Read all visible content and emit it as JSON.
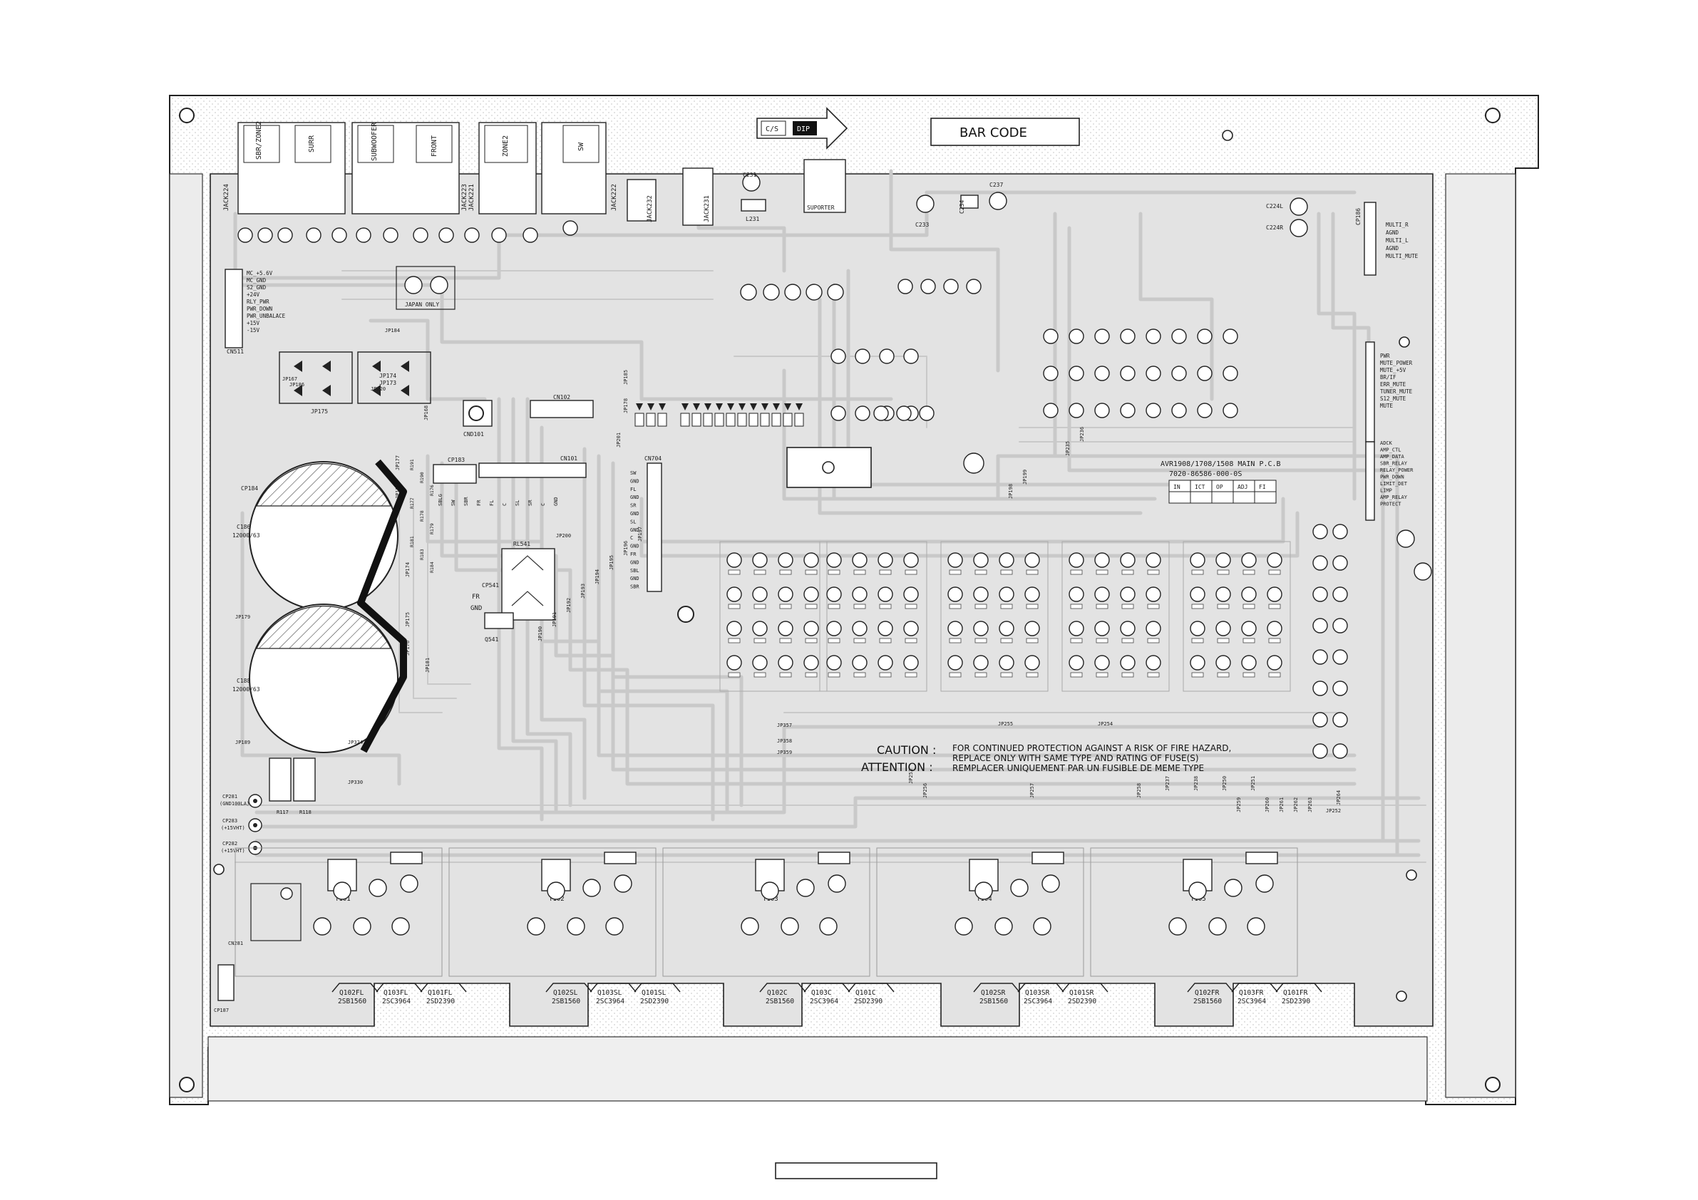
{
  "board": {
    "model_label": "AVR1908/1708/1508 MAIN P.C.B",
    "part_number": "7020-86586-000-0S",
    "bar_code_label": "BAR CODE",
    "arrow_labels": [
      "C/S",
      "DIP"
    ],
    "check_table_headers": [
      "IN",
      "ICT",
      "OP",
      "ADJ",
      "FI"
    ],
    "bottom_blank_box": ""
  },
  "caution": {
    "caution_heading": "CAUTION :",
    "caution_text_1": "FOR CONTINUED PROTECTION AGAINST A RISK OF FIRE HAZARD,",
    "caution_text_2": "REPLACE ONLY WITH SAME TYPE AND RATING OF FUSE(S)",
    "attention_heading": "ATTENTION :",
    "attention_text": "REMPLACER UNIQUEMENT PAR UN FUSIBLE DE MEME TYPE"
  },
  "jacks": [
    {
      "ref": "JACK224",
      "labels": [
        "SBR/ZONE2",
        "SURR"
      ]
    },
    {
      "ref": "JACK223",
      "labels": [
        "SUBWOOFER",
        "FRONT"
      ]
    },
    {
      "ref": "JACK221",
      "labels": [
        "ZONE2"
      ]
    },
    {
      "ref": "JACK222",
      "labels": [
        "SW"
      ]
    }
  ],
  "top_parts": {
    "jack231": "JACK231",
    "jack232": "JACK232",
    "supporter": "SUPORTER",
    "cn102": "CN102",
    "cn101": "CN101",
    "cn704": "CN704",
    "cnd101": "CND101",
    "japan_only": "JAPAN ONLY",
    "cn511": "CN511",
    "cp183": "CP183",
    "cp184": "CP184",
    "c231": "C231",
    "l231": "L231",
    "c233": "C233",
    "c234": "C234",
    "c237": "C237",
    "c224l": "C224L",
    "c224r": "C224R",
    "cp186": "CP186"
  },
  "power_labels": [
    "MC_+5.6V",
    "MC_GND",
    "S2_GND",
    "+24V",
    "RLY_PWR",
    "PWR_DOWN",
    "PWR_UNBALACE",
    "+15V",
    "-15V"
  ],
  "right_connector_labels": [
    "PWR",
    "MUTE_POWER",
    "MUTE_+5V",
    "BR/IF",
    "ERR_MUTE",
    "TUNER_MUTE",
    "S12_MUTE",
    "MUTE"
  ],
  "right_lower_labels": [
    "ADCK",
    "AMP_CTL",
    "AMP_DATA",
    "SBR_RELAY",
    "RELAY_POWER",
    "PWR_DOWN",
    "LIMIT_DET",
    "LIMP",
    "AMP_RELAY",
    "PROTECT"
  ],
  "multi_labels": [
    "MULTI_R",
    "AGND",
    "MULTI_L",
    "AGND",
    "MULTI_MUTE"
  ],
  "cn704_pins": [
    "SW",
    "GND",
    "FL",
    "GND",
    "SR",
    "GND",
    "SL",
    "GND",
    "C",
    "GND",
    "FR",
    "GND",
    "SBL",
    "GND",
    "SBR"
  ],
  "cn101_pins": [
    "SBLG",
    "SW",
    "SBR",
    "FR",
    "FL",
    "C",
    "SL",
    "SR",
    "C",
    "GND"
  ],
  "capacitors": [
    {
      "ref": "C186",
      "value": "12000/63"
    },
    {
      "ref": "C188",
      "value": "12000/63"
    }
  ],
  "relay": {
    "ref": "RL541",
    "labels": [
      "FR",
      "GND"
    ]
  },
  "cp541": "CP541",
  "q541": "Q541",
  "left_bottom": {
    "cp281": "CP281",
    "cp281_sub": "(GND100LA)",
    "cp283": "CP283",
    "cp283_sub": "(+15VHT)",
    "cp282": "CP282",
    "cp282_sub": "(+15VHT)",
    "cn281": "CN281",
    "cp187": "CP187",
    "r117": "R117",
    "r118": "R118"
  },
  "transistor_groups": [
    {
      "t_ref": "T101",
      "q_labels": [
        "Q102FL",
        "2SB1560",
        "Q103FL",
        "2SC3964",
        "Q101FL",
        "2SD2390"
      ]
    },
    {
      "t_ref": "T102",
      "q_labels": [
        "Q102SL",
        "2SB1560",
        "Q103SL",
        "2SC3964",
        "Q101SL",
        "2SD2390"
      ]
    },
    {
      "t_ref": "T103",
      "q_labels": [
        "Q102C",
        "2SB1560",
        "Q103C",
        "2SC3964",
        "Q101C",
        "2SD2390"
      ]
    },
    {
      "t_ref": "T104",
      "q_labels": [
        "Q102SR",
        "2SB1560",
        "Q103SR",
        "2SC3964",
        "Q101SR",
        "2SD2390"
      ]
    },
    {
      "t_ref": "T105",
      "q_labels": [
        "Q102FR",
        "2SB1560",
        "Q103FR",
        "2SC3964",
        "Q101FR",
        "2SD2390"
      ]
    }
  ],
  "jumpers": [
    "JP357",
    "JP358",
    "JP359",
    "JP255",
    "JP254",
    "JP330",
    "JP324",
    "JP189",
    "JP179",
    "JP200",
    "JP201",
    "JP185",
    "JP184",
    "JP167",
    "JP220",
    "JP186",
    "JP168",
    "JP173",
    "JP174",
    "JP175",
    "JP176",
    "JP177",
    "JP178",
    "JP181",
    "JP190",
    "JP191",
    "JP192",
    "JP193",
    "JP194",
    "JP195",
    "JP196",
    "JP197",
    "JP198",
    "JP199",
    "JP235",
    "JP236",
    "JP237",
    "JP238",
    "JP250",
    "JP251",
    "JP252",
    "JP253",
    "JP256",
    "JP257",
    "JP258",
    "JP259",
    "JP260",
    "JP261",
    "JP262",
    "JP263",
    "JP264"
  ],
  "resistors_sample": [
    "R191",
    "R190",
    "R176",
    "R177",
    "R178",
    "R179",
    "R181",
    "R183",
    "R184"
  ],
  "icon_names": [
    "mounting-hole-icon",
    "arrow-right-icon",
    "electrolytic-capacitor-icon",
    "transistor-icon",
    "diode-icon",
    "heatsink-icon"
  ]
}
